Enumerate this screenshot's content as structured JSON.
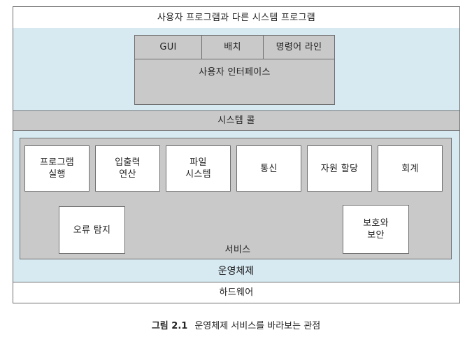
{
  "diagram": {
    "top_bar": "사용자 프로그램과 다른 시스템 프로그램",
    "ui_options": [
      "GUI",
      "배치",
      "명령어 라인"
    ],
    "ui_label": "사용자 인터페이스",
    "syscall": "시스템 콜",
    "services": [
      {
        "line1": "프로그램",
        "line2": "실행"
      },
      {
        "line1": "입출력",
        "line2": "연산"
      },
      {
        "line1": "파일",
        "line2": "시스템"
      },
      {
        "line1": "통신",
        "line2": ""
      },
      {
        "line1": "자원 할당",
        "line2": ""
      },
      {
        "line1": "회계",
        "line2": ""
      },
      {
        "line1": "오류 탐지",
        "line2": ""
      },
      {
        "line1": "보호와",
        "line2": "보안"
      }
    ],
    "services_label": "서비스",
    "os_label": "운영체제",
    "hardware": "하드웨어"
  },
  "caption": {
    "number": "그림 2.1",
    "text": "운영체제 서비스를 바라보는 관점"
  },
  "colors": {
    "os_region": "#d7eaf2",
    "gray_block": "#c9c9c9",
    "white_box": "#ffffff",
    "border": "#6f6f6f"
  }
}
